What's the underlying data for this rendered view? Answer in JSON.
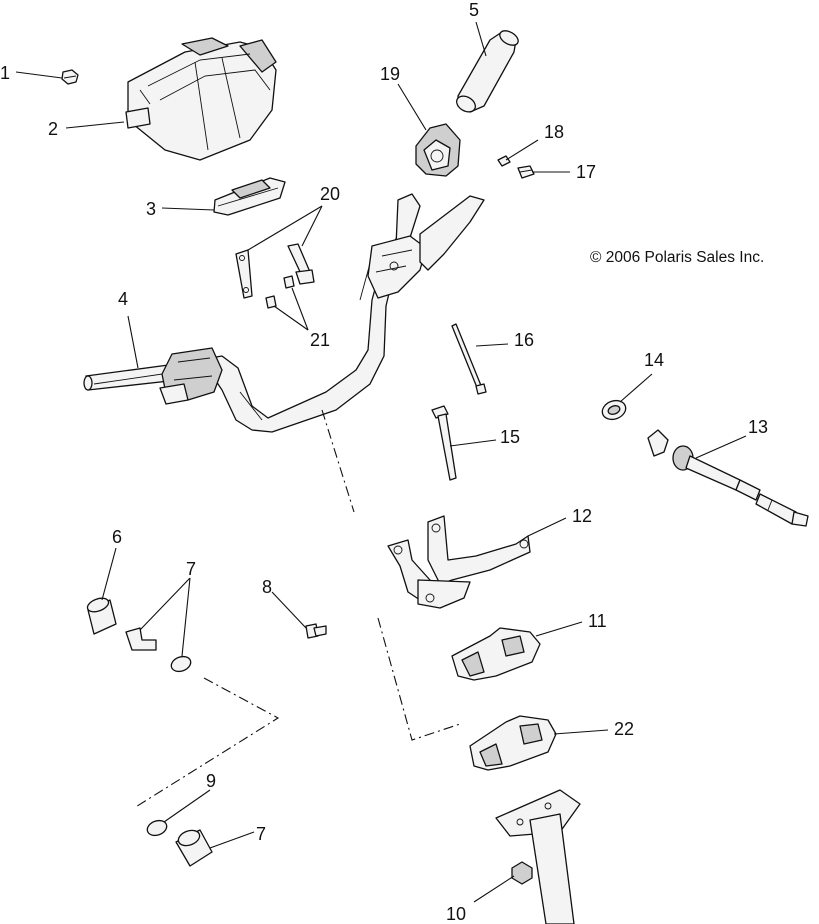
{
  "copyright": "© 2006 Polaris Sales Inc.",
  "callouts": {
    "c1": "1",
    "c2": "2",
    "c3": "3",
    "c4": "4",
    "c5": "5",
    "c6": "6",
    "c7a": "7",
    "c7b": "7",
    "c8": "8",
    "c9": "9",
    "c10": "10",
    "c11": "11",
    "c12": "12",
    "c13": "13",
    "c14": "14",
    "c15": "15",
    "c16": "16",
    "c17": "17",
    "c18": "18",
    "c19": "19",
    "c20": "20",
    "c21": "21",
    "c22": "22"
  }
}
